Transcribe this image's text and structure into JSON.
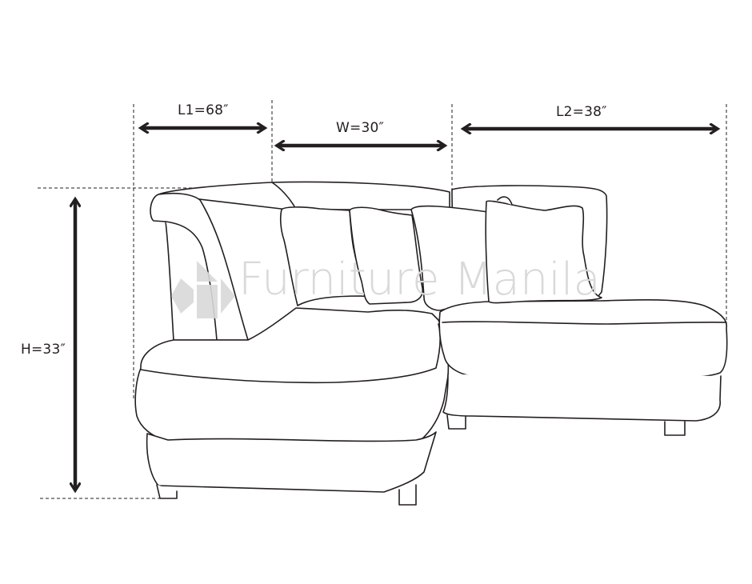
{
  "diagram": {
    "subject": "L-shaped sectional sofa line drawing",
    "dimensions": {
      "l1": {
        "label": "L1=68″",
        "name": "L1",
        "value": 68,
        "unit": "in"
      },
      "w": {
        "label": "W=30″",
        "name": "W",
        "value": 30,
        "unit": "in"
      },
      "l2": {
        "label": "L2=38″",
        "name": "L2",
        "value": 38,
        "unit": "in"
      },
      "h": {
        "label": "H=33″",
        "name": "H",
        "value": 33,
        "unit": "in"
      }
    },
    "watermark": {
      "text": "Furniture Manila",
      "color": "#d9d9d9"
    },
    "colors": {
      "line": "#231f20",
      "arrow": "#231f20",
      "background": "#ffffff"
    }
  }
}
